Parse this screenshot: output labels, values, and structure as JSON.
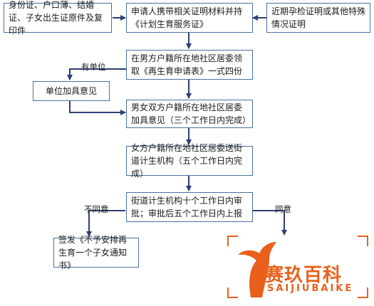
{
  "nodes": {
    "left_documents": "身份证、户口薄、结婚证、子女出生证原件及复印件",
    "apply": "申请人携带相关证明材料并持《计划生育服务证》",
    "right_documents": "近期孕检证明或其他特殊情况证明",
    "receive_form": "在男方户籍所在地社区居委领取《再生育申请表》一式四份",
    "unit_opinion": "单位加具意见",
    "both_community": "男女双方户籍所在地社区居委加具意见（三个工作日内完成）",
    "send_street": "女方户籍所在地社区居委送街道计生机构（五个工作日内完成）",
    "street_review": "街道计生机构十个工作日内审批；审批后五个工作日内上报",
    "reject_notice": "签发《不予安排再生育一个子女通知书》"
  },
  "edge_labels": {
    "has_unit": "有单位",
    "disagree": "不同意",
    "agree": "同意"
  },
  "watermark": {
    "main": "赛玖百科",
    "sub": "SAIJIUBAIKE"
  },
  "colors": {
    "line": "#2d3f73",
    "box_border": "#4a6fa5",
    "watermark": "#e8601c"
  }
}
